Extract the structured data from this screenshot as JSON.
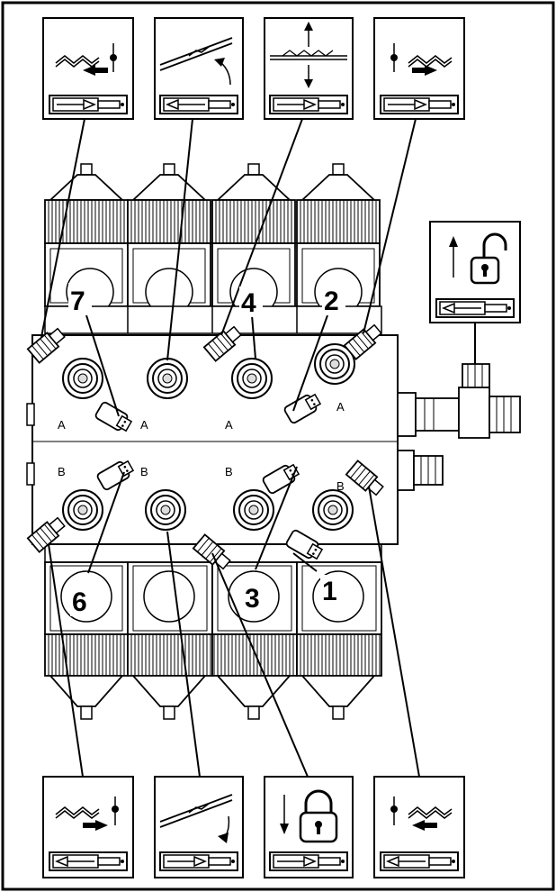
{
  "diagram": {
    "callouts": {
      "n1": "1",
      "n2": "2",
      "n3": "3",
      "n4": "4",
      "n6": "6",
      "n7": "7"
    },
    "ports": {
      "a1": "A",
      "a2": "A",
      "a3": "A",
      "a4": "A",
      "b1": "B",
      "b2": "B",
      "b3": "B",
      "b4": "B"
    },
    "icons": {
      "top": [
        "fold-left-icon",
        "tilt-up-icon",
        "float-icon",
        "fold-right-icon"
      ],
      "bottom": [
        "fold-right-icon",
        "tilt-down-icon",
        "lock-icon",
        "fold-left-icon"
      ],
      "side": "unlock-icon"
    },
    "colors": {
      "line": "#000000",
      "background": "#ffffff",
      "panel": "#e8e8e8"
    }
  }
}
